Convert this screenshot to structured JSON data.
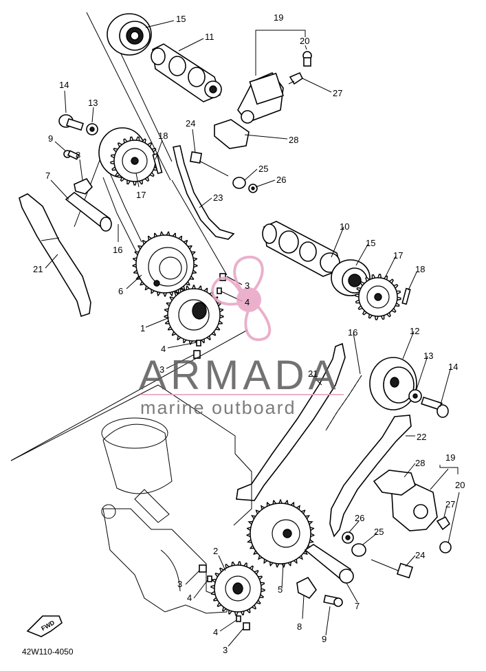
{
  "diagram": {
    "code": "42W110-4050",
    "fwd_label": "FWD",
    "watermark": {
      "brand": "ARMADA",
      "subtitle": "marine outboard",
      "colors": {
        "logo": "#e8a3c3",
        "text": "#5a5a5a"
      }
    },
    "callouts": [
      {
        "id": "c15a",
        "text": "15"
      },
      {
        "id": "c11",
        "text": "11"
      },
      {
        "id": "c19a",
        "text": "19"
      },
      {
        "id": "c20a",
        "text": "20"
      },
      {
        "id": "c27a",
        "text": "27"
      },
      {
        "id": "c28a",
        "text": "28"
      },
      {
        "id": "c14a",
        "text": "14"
      },
      {
        "id": "c13a",
        "text": "13"
      },
      {
        "id": "c9a",
        "text": "9"
      },
      {
        "id": "c8a",
        "text": "8"
      },
      {
        "id": "c7a",
        "text": "7"
      },
      {
        "id": "c18a",
        "text": "18"
      },
      {
        "id": "c17a",
        "text": "17"
      },
      {
        "id": "c24a",
        "text": "24"
      },
      {
        "id": "c25a",
        "text": "25"
      },
      {
        "id": "c26a",
        "text": "26"
      },
      {
        "id": "c23",
        "text": "23"
      },
      {
        "id": "c16a",
        "text": "16"
      },
      {
        "id": "c21a",
        "text": "21"
      },
      {
        "id": "c6",
        "text": "6"
      },
      {
        "id": "c10",
        "text": "10"
      },
      {
        "id": "c15b",
        "text": "15"
      },
      {
        "id": "c17b",
        "text": "17"
      },
      {
        "id": "c18b",
        "text": "18"
      },
      {
        "id": "c3a",
        "text": "3"
      },
      {
        "id": "c4a",
        "text": "4"
      },
      {
        "id": "c1",
        "text": "1"
      },
      {
        "id": "c4b",
        "text": "4"
      },
      {
        "id": "c3b",
        "text": "3"
      },
      {
        "id": "c16b",
        "text": "16"
      },
      {
        "id": "c12",
        "text": "12"
      },
      {
        "id": "c13b",
        "text": "13"
      },
      {
        "id": "c14b",
        "text": "14"
      },
      {
        "id": "c21b",
        "text": "21"
      },
      {
        "id": "c22",
        "text": "22"
      },
      {
        "id": "c28b",
        "text": "28"
      },
      {
        "id": "c19b",
        "text": "19"
      },
      {
        "id": "c20b",
        "text": "20"
      },
      {
        "id": "c27b",
        "text": "27"
      },
      {
        "id": "c26b",
        "text": "26"
      },
      {
        "id": "c25b",
        "text": "25"
      },
      {
        "id": "c24b",
        "text": "24"
      },
      {
        "id": "c2",
        "text": "2"
      },
      {
        "id": "c3c",
        "text": "3"
      },
      {
        "id": "c4c",
        "text": "4"
      },
      {
        "id": "c5",
        "text": "5"
      },
      {
        "id": "c7b",
        "text": "7"
      },
      {
        "id": "c8b",
        "text": "8"
      },
      {
        "id": "c9b",
        "text": "9"
      },
      {
        "id": "c4d",
        "text": "4"
      },
      {
        "id": "c3d",
        "text": "3"
      }
    ]
  }
}
